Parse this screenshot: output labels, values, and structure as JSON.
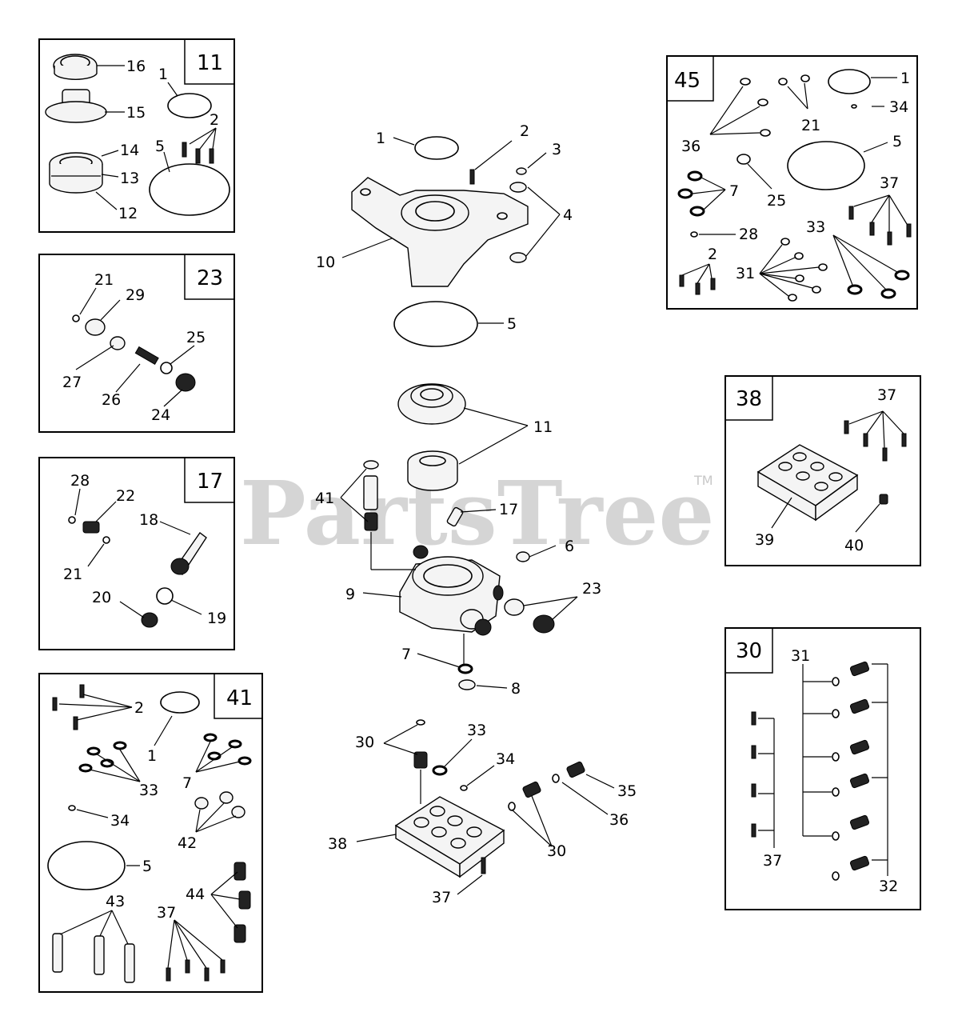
{
  "watermark": {
    "text": "PartsTree",
    "mark": "TM"
  },
  "kits": {
    "k11": {
      "tag": "11",
      "labels": [
        "16",
        "15",
        "14",
        "13",
        "12",
        "1",
        "2",
        "5"
      ]
    },
    "k23": {
      "tag": "23",
      "labels": [
        "21",
        "29",
        "25",
        "27",
        "26",
        "24"
      ]
    },
    "k17": {
      "tag": "17",
      "labels": [
        "28",
        "22",
        "18",
        "21",
        "20",
        "19"
      ]
    },
    "k41": {
      "tag": "41",
      "labels": [
        "2",
        "1",
        "33",
        "7",
        "34",
        "42",
        "5",
        "43",
        "44",
        "37"
      ]
    },
    "k45": {
      "tag": "45",
      "labels": [
        "1",
        "34",
        "21",
        "36",
        "5",
        "7",
        "25",
        "37",
        "28",
        "33",
        "2",
        "31"
      ]
    },
    "k38": {
      "tag": "38",
      "labels": [
        "37",
        "39",
        "40"
      ]
    },
    "k30": {
      "tag": "30",
      "labels": [
        "31",
        "37",
        "32"
      ]
    }
  },
  "main": {
    "labels": [
      "1",
      "2",
      "3",
      "4",
      "10",
      "5",
      "11",
      "41",
      "17",
      "6",
      "9",
      "23",
      "7",
      "8",
      "30",
      "33",
      "34",
      "35",
      "36",
      "38",
      "30",
      "37"
    ]
  }
}
